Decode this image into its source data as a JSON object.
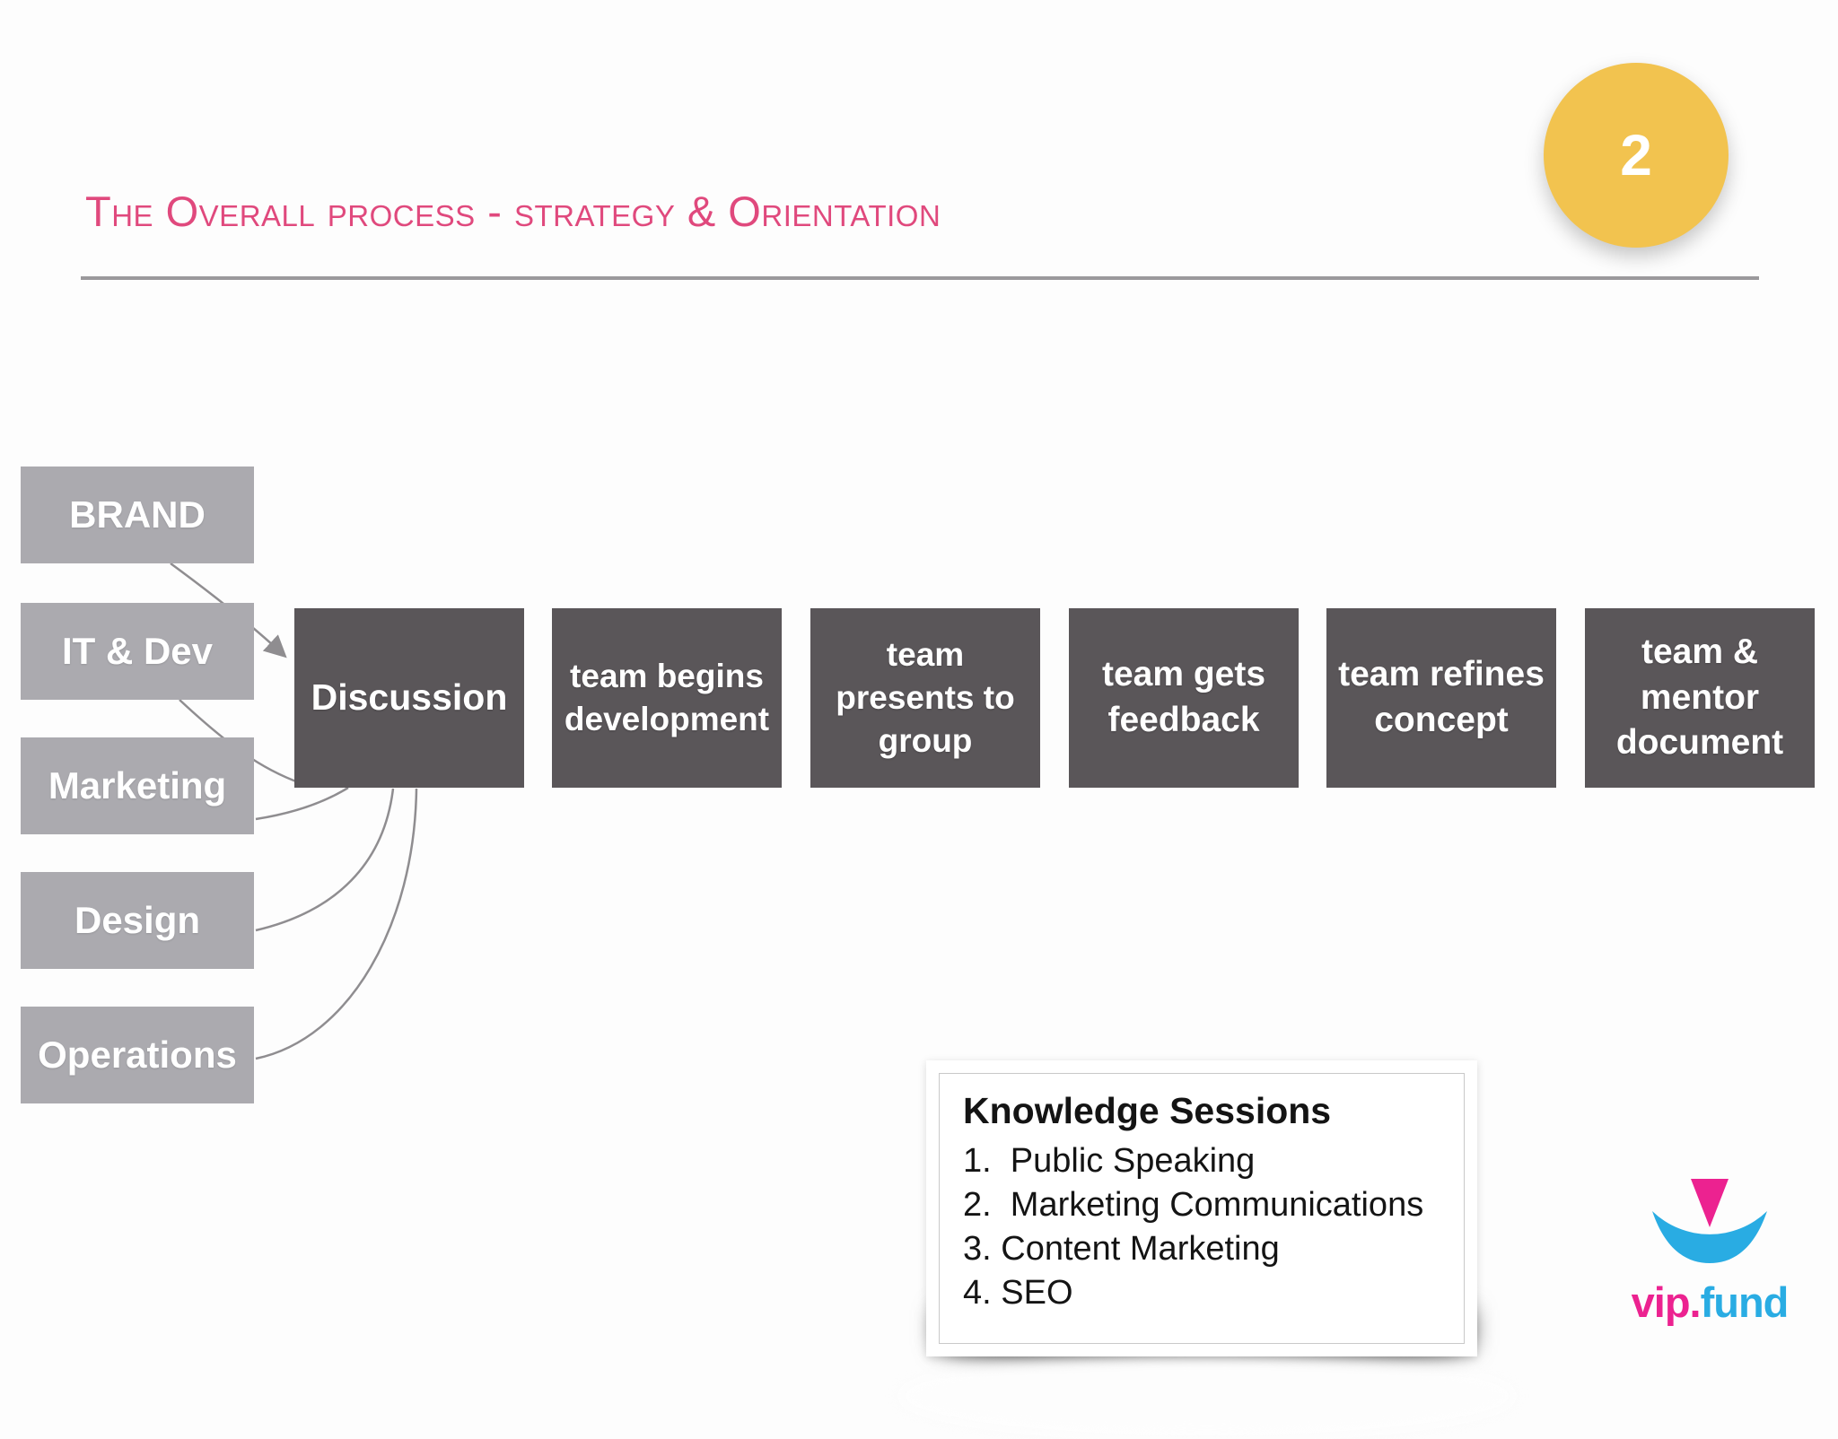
{
  "slide": {
    "title": "The Overall process - strategy & Orientation",
    "page_number": "2"
  },
  "inputs": {
    "items": [
      "BRAND",
      "IT & Dev",
      "Marketing",
      "Design",
      "Operations"
    ]
  },
  "process": {
    "steps": [
      "Discussion",
      "team begins development",
      "team presents to group",
      "team gets feedback",
      "team refines concept",
      "team & mentor document"
    ]
  },
  "knowledge": {
    "title": "Knowledge Sessions",
    "items": [
      "1.  Public Speaking",
      "2.  Marketing Communications",
      "3. Content Marketing",
      "4. SEO"
    ]
  },
  "logo": {
    "vip": "vip.",
    "fund": "fund"
  },
  "colors": {
    "title_pink": "#e0497d",
    "badge_yellow": "#f2c34f",
    "input_box_gray": "#abaaaf",
    "step_box_gray": "#5a5659",
    "arrow_gray": "#8f8d90",
    "divider_gray": "#9b999c",
    "logo_pink": "#ec2290",
    "logo_blue": "#29ace3"
  }
}
